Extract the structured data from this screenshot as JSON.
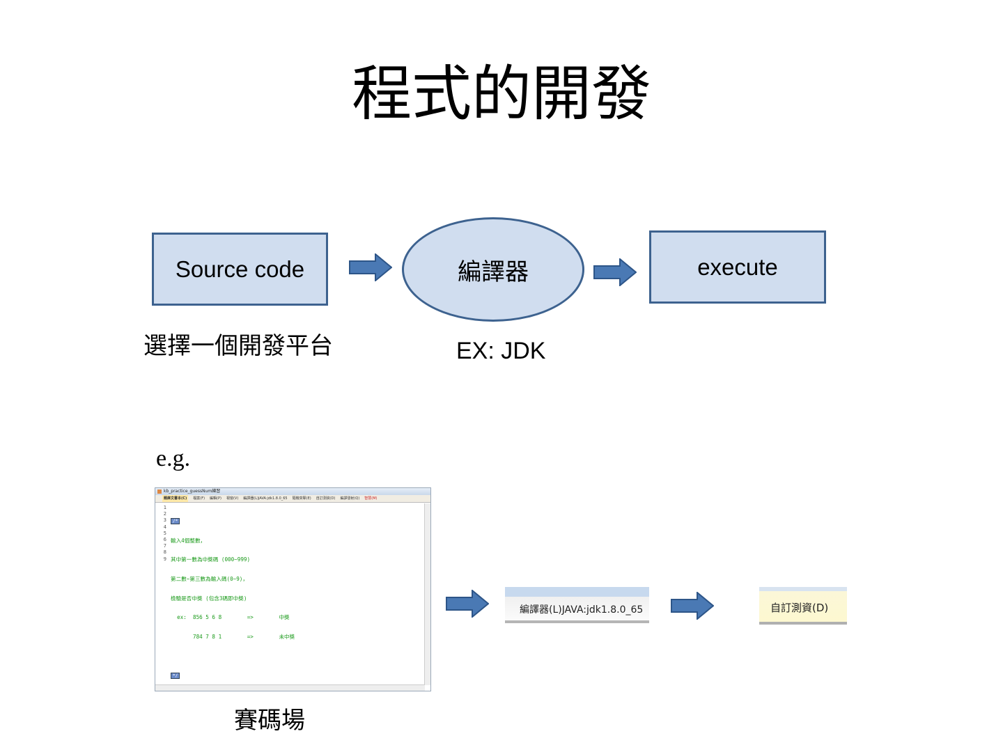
{
  "title": "程式的開發",
  "flow": {
    "source_label": "Source code",
    "compiler_label": "編譯器",
    "execute_label": "execute",
    "source_caption": "選擇一個開發平台",
    "compiler_caption": "EX: JDK"
  },
  "example": {
    "eg_label": "e.g.",
    "site_caption": "賽碼場",
    "editor": {
      "window_title": "kb_practice_guessNum練習",
      "menu": [
        "題庫文書本(C)",
        "檔案(F)",
        "編輯(P)",
        "視窗(V)",
        "編譯器(L)JAVA:jdk1.8.0_65",
        "隨機突擊(E)",
        "自訂測資(D)",
        "編譯發射(Q)",
        "智慧(M)"
      ],
      "line_numbers": [
        "1",
        "2",
        "3",
        "4",
        "5",
        "6",
        "7",
        "8",
        "9"
      ],
      "code_open_marker": "/*",
      "code_close_marker": "*/",
      "code_lines": [
        "輸入4個整數，",
        "其中第一數為中獎碼 (000~999)",
        "第二數~第三數為輸入碼(0~9)，",
        "檢驗是否中獎 (包含3碼即中獎)",
        "  ex:  856 5 6 8        =>        中獎",
        "       784 7 8 1        =>        未中獎"
      ]
    },
    "compiler_crop_label": "編譯器(L)JAVA:jdk1.8.0_65",
    "test_crop_label": "自訂測資(D)"
  },
  "colors": {
    "shape_fill": "#d0ddef",
    "shape_border": "#3d628f",
    "arrow_fill": "#4a79b4",
    "code_green": "#1a9a1a"
  }
}
